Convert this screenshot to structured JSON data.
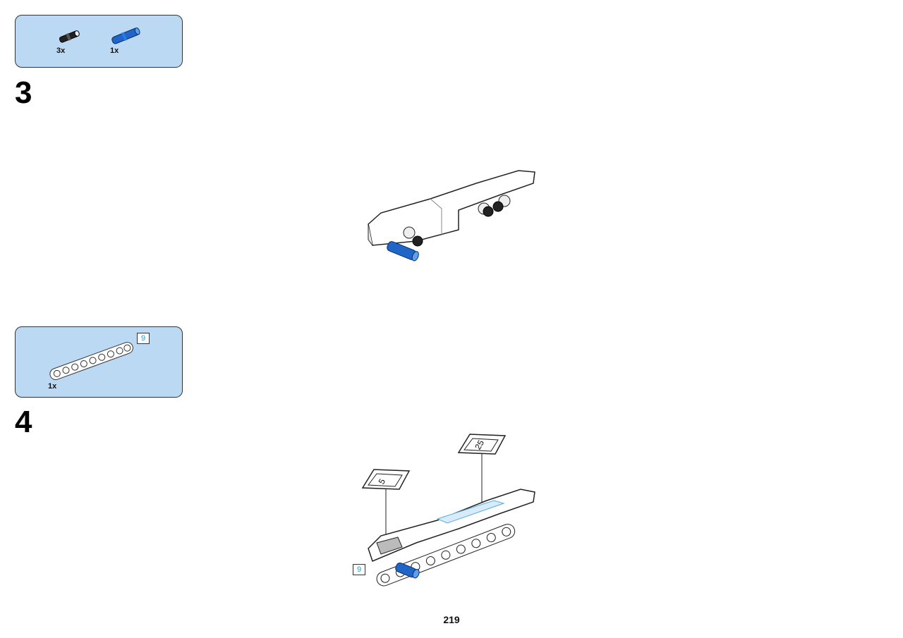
{
  "steps": [
    {
      "number": "3",
      "parts": [
        {
          "name": "black-friction-pin",
          "qty": "3x"
        },
        {
          "name": "blue-axle-pin",
          "qty": "1x"
        }
      ]
    },
    {
      "number": "4",
      "parts": [
        {
          "name": "white-liftarm-9",
          "qty": "1x",
          "length": "9"
        }
      ],
      "stickers": [
        "5",
        "25"
      ],
      "callout_length": "9"
    }
  ],
  "page_number": "219",
  "colors": {
    "parts_box_bg": "#bcd9f3",
    "part_blue": "#1f66c8",
    "part_white": "#ffffff",
    "length_text": "#1aa0d8"
  }
}
